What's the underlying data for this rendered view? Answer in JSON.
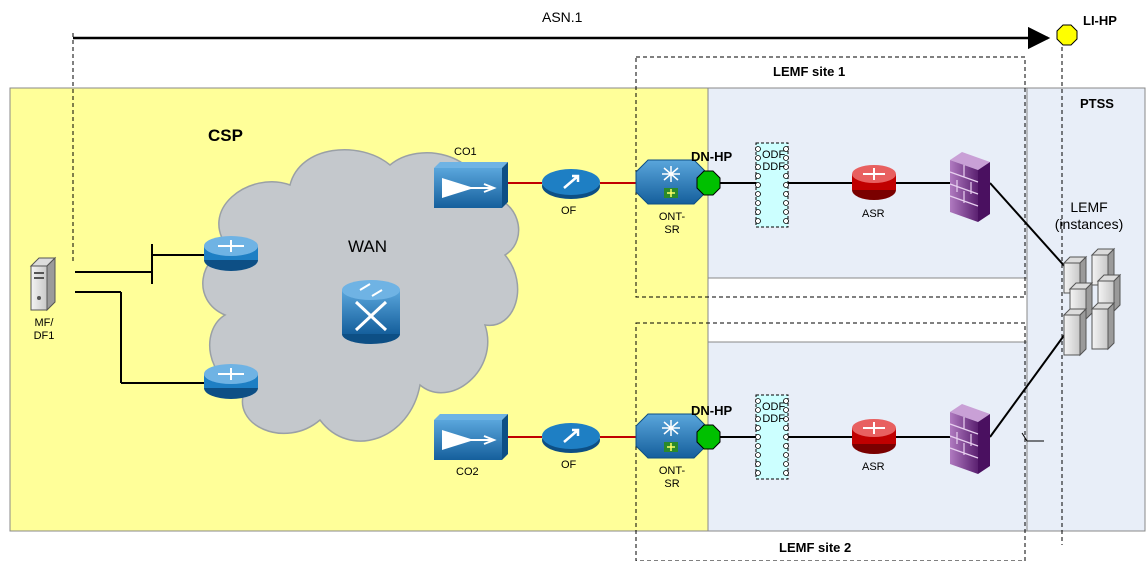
{
  "colors": {
    "csp_zone": "#ffff99",
    "lemf_zone": "#e8eef8",
    "cloud": "#c4c8cc",
    "cisco_blue": "#1e7fc4",
    "handover_green": "#00c000",
    "li_hp_yellow": "#ffff00",
    "odf_fill": "#ccffff",
    "fiber_red": "#c00000",
    "firewall_purple": "#7a3a8a"
  },
  "flow": {
    "label": "ASN.1"
  },
  "handover": {
    "li_hp": "LI-HP",
    "dn_hp_1": "DN-HP",
    "dn_hp_2": "DN-HP"
  },
  "zones": {
    "csp": "CSP",
    "ptss": "PTSS",
    "lemf_site_1": "LEMF site 1",
    "lemf_site_2": "LEMF site 2",
    "wan": "WAN"
  },
  "nodes": {
    "mf_df1": [
      "MF/",
      "DF1"
    ],
    "co1": "CO1",
    "co2": "CO2",
    "of1": "OF",
    "of2": "OF",
    "ont_sr1": [
      "ONT-",
      "SR"
    ],
    "ont_sr2": [
      "ONT-",
      "SR"
    ],
    "odf1": [
      "ODF",
      "DDF"
    ],
    "odf2": [
      "ODF",
      "DDF"
    ],
    "asr1": "ASR",
    "asr2": "ASR",
    "lemf_instances": [
      "LEMF",
      "(instances)"
    ]
  },
  "icons": [
    "server-icon",
    "router-icon",
    "wan-switch-icon",
    "optical-amplifier-icon",
    "optical-filter-icon",
    "ont-switch-icon",
    "patch-panel-icon",
    "firewall-icon",
    "server-cluster-icon"
  ]
}
